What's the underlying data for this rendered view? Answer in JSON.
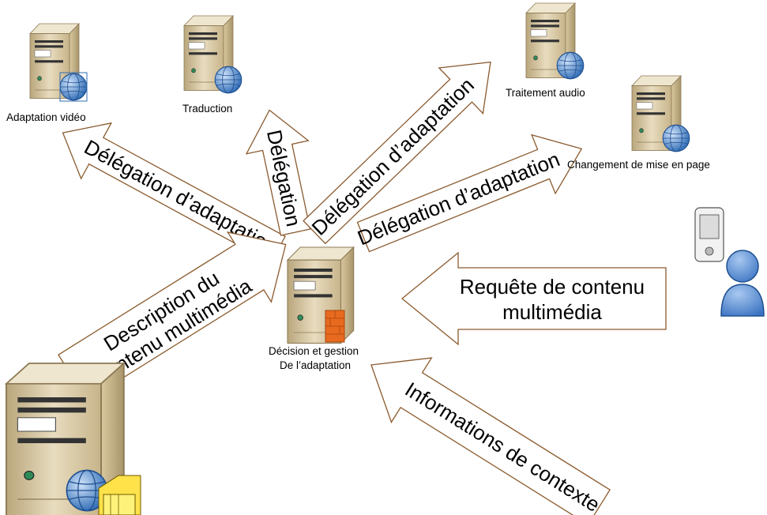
{
  "nodes": {
    "video": {
      "label": "Adaptation vidéo"
    },
    "translation": {
      "label": "Traduction"
    },
    "audio": {
      "label": "Traitement audio"
    },
    "layout": {
      "label": "Changement de mise en page"
    },
    "decision": {
      "label_line1": "Décision et gestion",
      "label_line2": "De l’adaptation"
    }
  },
  "arrows": {
    "to_video": {
      "label": "Délégation d’adaptation"
    },
    "to_translation": {
      "label": "Délégation"
    },
    "to_audio": {
      "label": "Délégation d’adaptation"
    },
    "to_layout": {
      "label": "Délégation d’adaptation"
    },
    "request": {
      "label_line1": "Requête de contenu",
      "label_line2": "multimédia"
    },
    "context": {
      "label": "Informations de contexte"
    },
    "description": {
      "label_line1": "Description du",
      "label_line2": "contenu multimédia"
    }
  },
  "colors": {
    "arrow_stroke": "#8a5a2e",
    "server_body": "#d8c9a3",
    "globe": "#4a7fc0",
    "firewall": "#e86a1e",
    "user": "#5a8fd0"
  },
  "icons": [
    "server-icon",
    "globe-icon",
    "firewall-icon",
    "pda-icon",
    "user-icon",
    "folder-icon"
  ]
}
